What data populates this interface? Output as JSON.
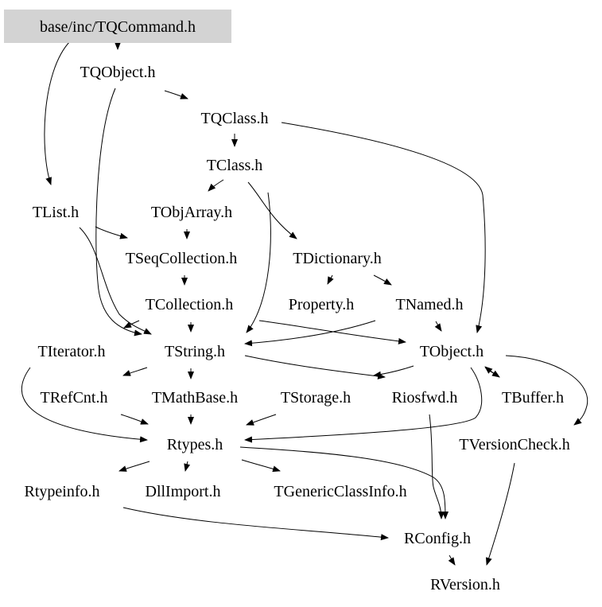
{
  "diagram": {
    "root": "base/inc/TQCommand.h",
    "nodes": [
      {
        "id": "TQCommand",
        "label": "base/inc/TQCommand.h",
        "highlighted": true
      },
      {
        "id": "TQObject",
        "label": "TQObject.h"
      },
      {
        "id": "TQClass",
        "label": "TQClass.h"
      },
      {
        "id": "TClass",
        "label": "TClass.h"
      },
      {
        "id": "TList",
        "label": "TList.h"
      },
      {
        "id": "TObjArray",
        "label": "TObjArray.h"
      },
      {
        "id": "TSeqCollection",
        "label": "TSeqCollection.h"
      },
      {
        "id": "TDictionary",
        "label": "TDictionary.h"
      },
      {
        "id": "TCollection",
        "label": "TCollection.h"
      },
      {
        "id": "Property",
        "label": "Property.h"
      },
      {
        "id": "TNamed",
        "label": "TNamed.h"
      },
      {
        "id": "TIterator",
        "label": "TIterator.h"
      },
      {
        "id": "TString",
        "label": "TString.h"
      },
      {
        "id": "TObject",
        "label": "TObject.h"
      },
      {
        "id": "TRefCnt",
        "label": "TRefCnt.h"
      },
      {
        "id": "TMathBase",
        "label": "TMathBase.h"
      },
      {
        "id": "TStorage",
        "label": "TStorage.h"
      },
      {
        "id": "Riosfwd",
        "label": "Riosfwd.h"
      },
      {
        "id": "TBuffer",
        "label": "TBuffer.h"
      },
      {
        "id": "Rtypes",
        "label": "Rtypes.h"
      },
      {
        "id": "TVersionCheck",
        "label": "TVersionCheck.h"
      },
      {
        "id": "Rtypeinfo",
        "label": "Rtypeinfo.h"
      },
      {
        "id": "DllImport",
        "label": "DllImport.h"
      },
      {
        "id": "TGenericClassInfo",
        "label": "TGenericClassInfo.h"
      },
      {
        "id": "RConfig",
        "label": "RConfig.h"
      },
      {
        "id": "RVersion",
        "label": "RVersion.h"
      }
    ],
    "edges": [
      {
        "from": "TQCommand",
        "to": "TQObject"
      },
      {
        "from": "TQCommand",
        "to": "TList"
      },
      {
        "from": "TQObject",
        "to": "TQClass"
      },
      {
        "from": "TQObject",
        "to": "TString"
      },
      {
        "from": "TQClass",
        "to": "TClass"
      },
      {
        "from": "TQClass",
        "to": "TObject"
      },
      {
        "from": "TClass",
        "to": "TObjArray"
      },
      {
        "from": "TClass",
        "to": "TDictionary"
      },
      {
        "from": "TClass",
        "to": "TString"
      },
      {
        "from": "TList",
        "to": "TSeqCollection"
      },
      {
        "from": "TList",
        "to": "TString"
      },
      {
        "from": "TObjArray",
        "to": "TSeqCollection"
      },
      {
        "from": "TSeqCollection",
        "to": "TCollection"
      },
      {
        "from": "TDictionary",
        "to": "Property"
      },
      {
        "from": "TDictionary",
        "to": "TNamed"
      },
      {
        "from": "TCollection",
        "to": "TString"
      },
      {
        "from": "TCollection",
        "to": "TObject"
      },
      {
        "from": "TCollection",
        "to": "TIterator"
      },
      {
        "from": "TNamed",
        "to": "TString"
      },
      {
        "from": "TNamed",
        "to": "TObject"
      },
      {
        "from": "TIterator",
        "to": "Rtypes"
      },
      {
        "from": "TString",
        "to": "TRefCnt"
      },
      {
        "from": "TString",
        "to": "TMathBase"
      },
      {
        "from": "TString",
        "to": "Riosfwd"
      },
      {
        "from": "TObject",
        "to": "Riosfwd"
      },
      {
        "from": "TObject",
        "to": "TBuffer"
      },
      {
        "from": "TObject",
        "to": "TVersionCheck"
      },
      {
        "from": "TObject",
        "to": "Rtypes"
      },
      {
        "from": "TBuffer",
        "to": "TObject"
      },
      {
        "from": "TRefCnt",
        "to": "Rtypes"
      },
      {
        "from": "TMathBase",
        "to": "Rtypes"
      },
      {
        "from": "TStorage",
        "to": "Rtypes"
      },
      {
        "from": "Riosfwd",
        "to": "RConfig"
      },
      {
        "from": "Rtypes",
        "to": "Rtypeinfo"
      },
      {
        "from": "Rtypes",
        "to": "DllImport"
      },
      {
        "from": "Rtypes",
        "to": "TGenericClassInfo"
      },
      {
        "from": "Rtypes",
        "to": "RConfig"
      },
      {
        "from": "TVersionCheck",
        "to": "RVersion"
      },
      {
        "from": "Rtypeinfo",
        "to": "RConfig"
      },
      {
        "from": "RConfig",
        "to": "RVersion"
      }
    ]
  }
}
